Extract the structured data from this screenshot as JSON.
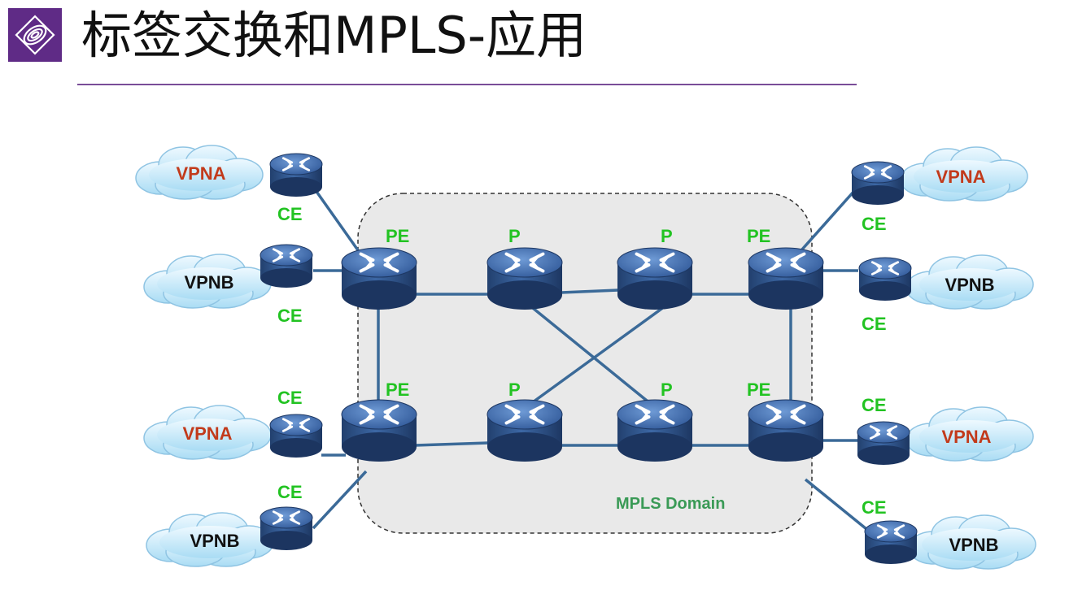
{
  "header": {
    "title": "标签交换和MPLS-应用",
    "logo_icon": "diamond-rings-logo-icon",
    "accent_color": "#5f2b86"
  },
  "diagram": {
    "domain_label": "MPLS Domain",
    "domain_fill": "#e9e9e9",
    "link_color": "#3b6a98",
    "nodes": {
      "pe_top_left": "PE",
      "p_top_1": "P",
      "p_top_2": "P",
      "pe_top_right": "PE",
      "pe_bottom_left": "PE",
      "p_bottom_1": "P",
      "p_bottom_2": "P",
      "pe_bottom_right": "PE"
    },
    "ce_labels": {
      "ce_tl1": "CE",
      "ce_tl2": "CE",
      "ce_bl1": "CE",
      "ce_bl2": "CE",
      "ce_tr1": "CE",
      "ce_tr2": "CE",
      "ce_br1": "CE",
      "ce_br2": "CE"
    },
    "clouds": {
      "left_1": "VPNA",
      "left_2": "VPNB",
      "left_3": "VPNA",
      "left_4": "VPNB",
      "right_1": "VPNA",
      "right_2": "VPNB",
      "right_3": "VPNA",
      "right_4": "VPNB"
    }
  }
}
